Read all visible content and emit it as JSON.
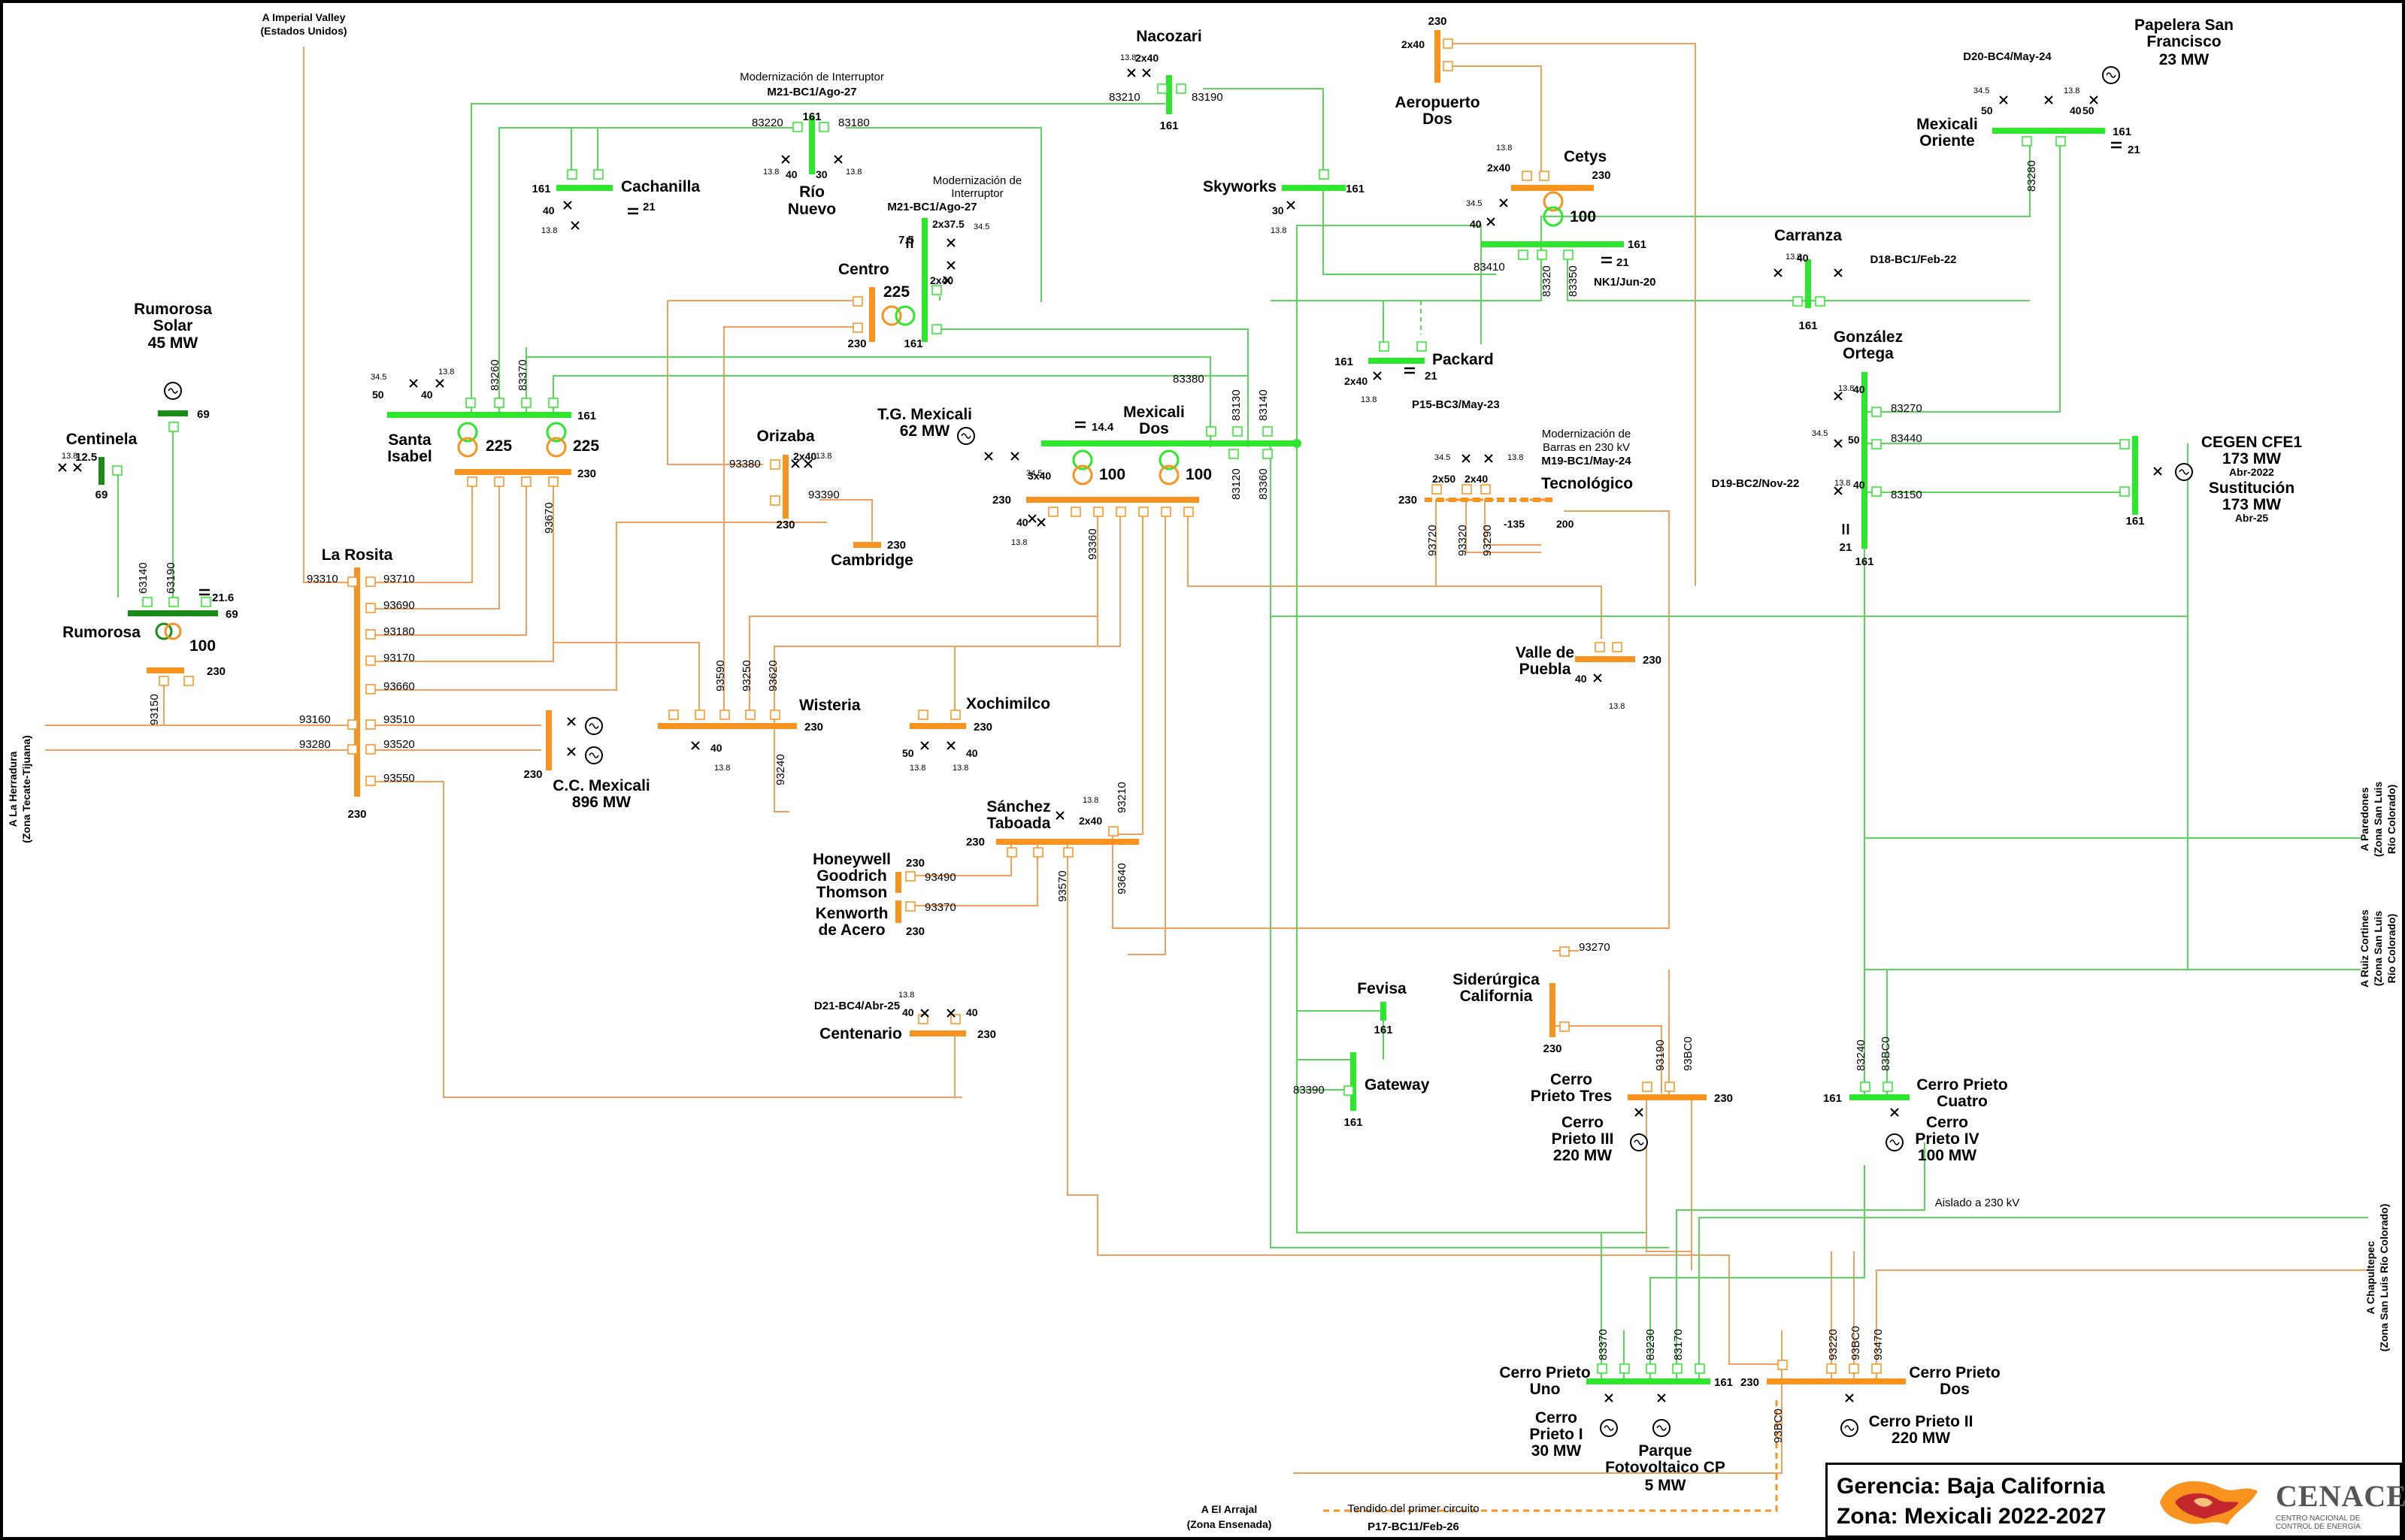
{
  "colors": {
    "kv230": "#f7931e",
    "kv161": "#2ee62e",
    "kv69": "#1a8a1a",
    "line230": "#f5a05a",
    "line161": "#5ad65a",
    "border": "#000000"
  },
  "title": {
    "line1": "Gerencia: Baja California",
    "line2": "Zona: Mexicali 2022-2027",
    "logo": "CENACE",
    "logo_sub": "CENTRO NACIONAL DE CONTROL DE ENERGÍA"
  },
  "external": {
    "imperial": [
      "A Imperial Valley",
      "(Estados Unidos)"
    ],
    "herradura": [
      "A La Herradura",
      "(Zona Tecate-Tijuana)"
    ],
    "paredones": [
      "A Paredones",
      "(Zona San Luis",
      "Río Colorado)"
    ],
    "ruiz": [
      "A Ruiz Cortines",
      "(Zona San Luis",
      "Río Colorado)"
    ],
    "chapultepec": [
      "A Chapultepec",
      "(Zona San Luis Río Colorado)"
    ],
    "arrajal": [
      "A El Arrajal",
      "(Zona Ensenada)"
    ],
    "tendido": "Tendido del primer circuito",
    "tendido_code": "P17-BC11/Feb-26",
    "aislado": "Aislado a 230 kV"
  },
  "stations": {
    "nacozari": "Nacozari",
    "papelera": [
      "Papelera San",
      "Francisco",
      "23 MW"
    ],
    "mexicali_oriente": [
      "Mexicali",
      "Oriente"
    ],
    "aeropuerto": [
      "Aeropuerto",
      "Dos"
    ],
    "cetys": "Cetys",
    "cachanilla": "Cachanilla",
    "rio_nuevo": [
      "Río",
      "Nuevo"
    ],
    "skyworks": "Skyworks",
    "carranza": "Carranza",
    "centro": "Centro",
    "rumorosa_solar": [
      "Rumorosa",
      "Solar",
      "45 MW"
    ],
    "santa_isabel": [
      "Santa",
      "Isabel"
    ],
    "orizaba": "Orizaba",
    "tg_mexicali": [
      "T.G. Mexicali",
      "62 MW"
    ],
    "mexicali_dos": [
      "Mexicali",
      "Dos"
    ],
    "packard": "Packard",
    "gonzalez_ortega": [
      "González",
      "Ortega"
    ],
    "cegen": [
      "CEGEN CFE1",
      "173 MW",
      "Abr-2022",
      "Sustitución",
      "173 MW",
      "Abr-25"
    ],
    "centinela": "Centinela",
    "cambridge": "Cambridge",
    "tecnologico": "Tecnológico",
    "la_rosita": "La Rosita",
    "rumorosa": "Rumorosa",
    "valle_puebla": [
      "Valle de",
      "Puebla"
    ],
    "wisteria": "Wisteria",
    "xochimilco": "Xochimilco",
    "cc_mexicali": [
      "C.C. Mexicali",
      "896 MW"
    ],
    "sanchez_taboada": [
      "Sánchez",
      "Taboada"
    ],
    "honeywell": [
      "Honeywell",
      "Goodrich",
      "Thomson"
    ],
    "kenworth": [
      "Kenworth",
      "de Acero"
    ],
    "centenario": "Centenario",
    "fevisa": "Fevisa",
    "siderurgica": [
      "Siderúrgica",
      "California"
    ],
    "gateway": "Gateway",
    "cp_tres": [
      "Cerro",
      "Prieto Tres"
    ],
    "cp_iii": [
      "Cerro",
      "Prieto III",
      "220 MW"
    ],
    "cp_cuatro": [
      "Cerro Prieto",
      "Cuatro"
    ],
    "cp_iv": [
      "Cerro",
      "Prieto IV",
      "100 MW"
    ],
    "cp_uno": [
      "Cerro Prieto",
      "Uno"
    ],
    "cp_i": [
      "Cerro",
      "Prieto I",
      "30 MW"
    ],
    "parque": [
      "Parque",
      "Fotovoltaico CP",
      "5 MW"
    ],
    "cp_dos": [
      "Cerro Prieto",
      "Dos"
    ],
    "cp_ii": "Cerro Prieto II",
    "cp_ii_mw": "220 MW"
  },
  "notes": {
    "mod1": "Modernización de Interruptor",
    "mod1_code": "M21-BC1/Ago-27",
    "mod2": [
      "Modernización de",
      "Interruptor"
    ],
    "mod2_code": "M21-BC1/Ago-27",
    "mod3": [
      "Modernización de",
      "Barras en 230 kV"
    ],
    "mod3_code": "M19-BC1/May-24",
    "d20": "D20-BC4/May-24",
    "d18": "D18-BC1/Feb-22",
    "d19": "D19-BC2/Nov-22",
    "d21": "D21-BC4/Abr-25",
    "nk1": "NK1/Jun-20",
    "p15": "P15-BC3/May-23"
  },
  "transformers": {
    "t225": "225",
    "t100": "100"
  },
  "voltages": [
    "230",
    "161",
    "69",
    "13.8",
    "34.5",
    "21",
    "21.6",
    "12.5",
    "14.4",
    "7.5"
  ],
  "capacities": [
    "2x40",
    "40",
    "30",
    "50",
    "2x37.5",
    "3x40",
    "2x50",
    "-135",
    "200"
  ],
  "line_ids": [
    "83220",
    "83180",
    "83210",
    "83190",
    "83260",
    "83370",
    "83380",
    "83130",
    "83140",
    "83120",
    "83360",
    "83410",
    "83320",
    "83350",
    "83280",
    "83270",
    "83440",
    "83150",
    "63140",
    "63190",
    "93150",
    "93160",
    "93280",
    "93310",
    "93710",
    "93690",
    "93180",
    "93170",
    "93660",
    "93510",
    "93520",
    "93550",
    "93670",
    "93380",
    "93390",
    "93360",
    "93590",
    "93250",
    "93620",
    "93240",
    "93720",
    "93320",
    "93290",
    "93210",
    "93490",
    "93370",
    "93640",
    "93570",
    "93270",
    "93190",
    "93BC0",
    "83240",
    "83BC0",
    "83390",
    "83370",
    "83230",
    "83170",
    "93220",
    "93470"
  ]
}
